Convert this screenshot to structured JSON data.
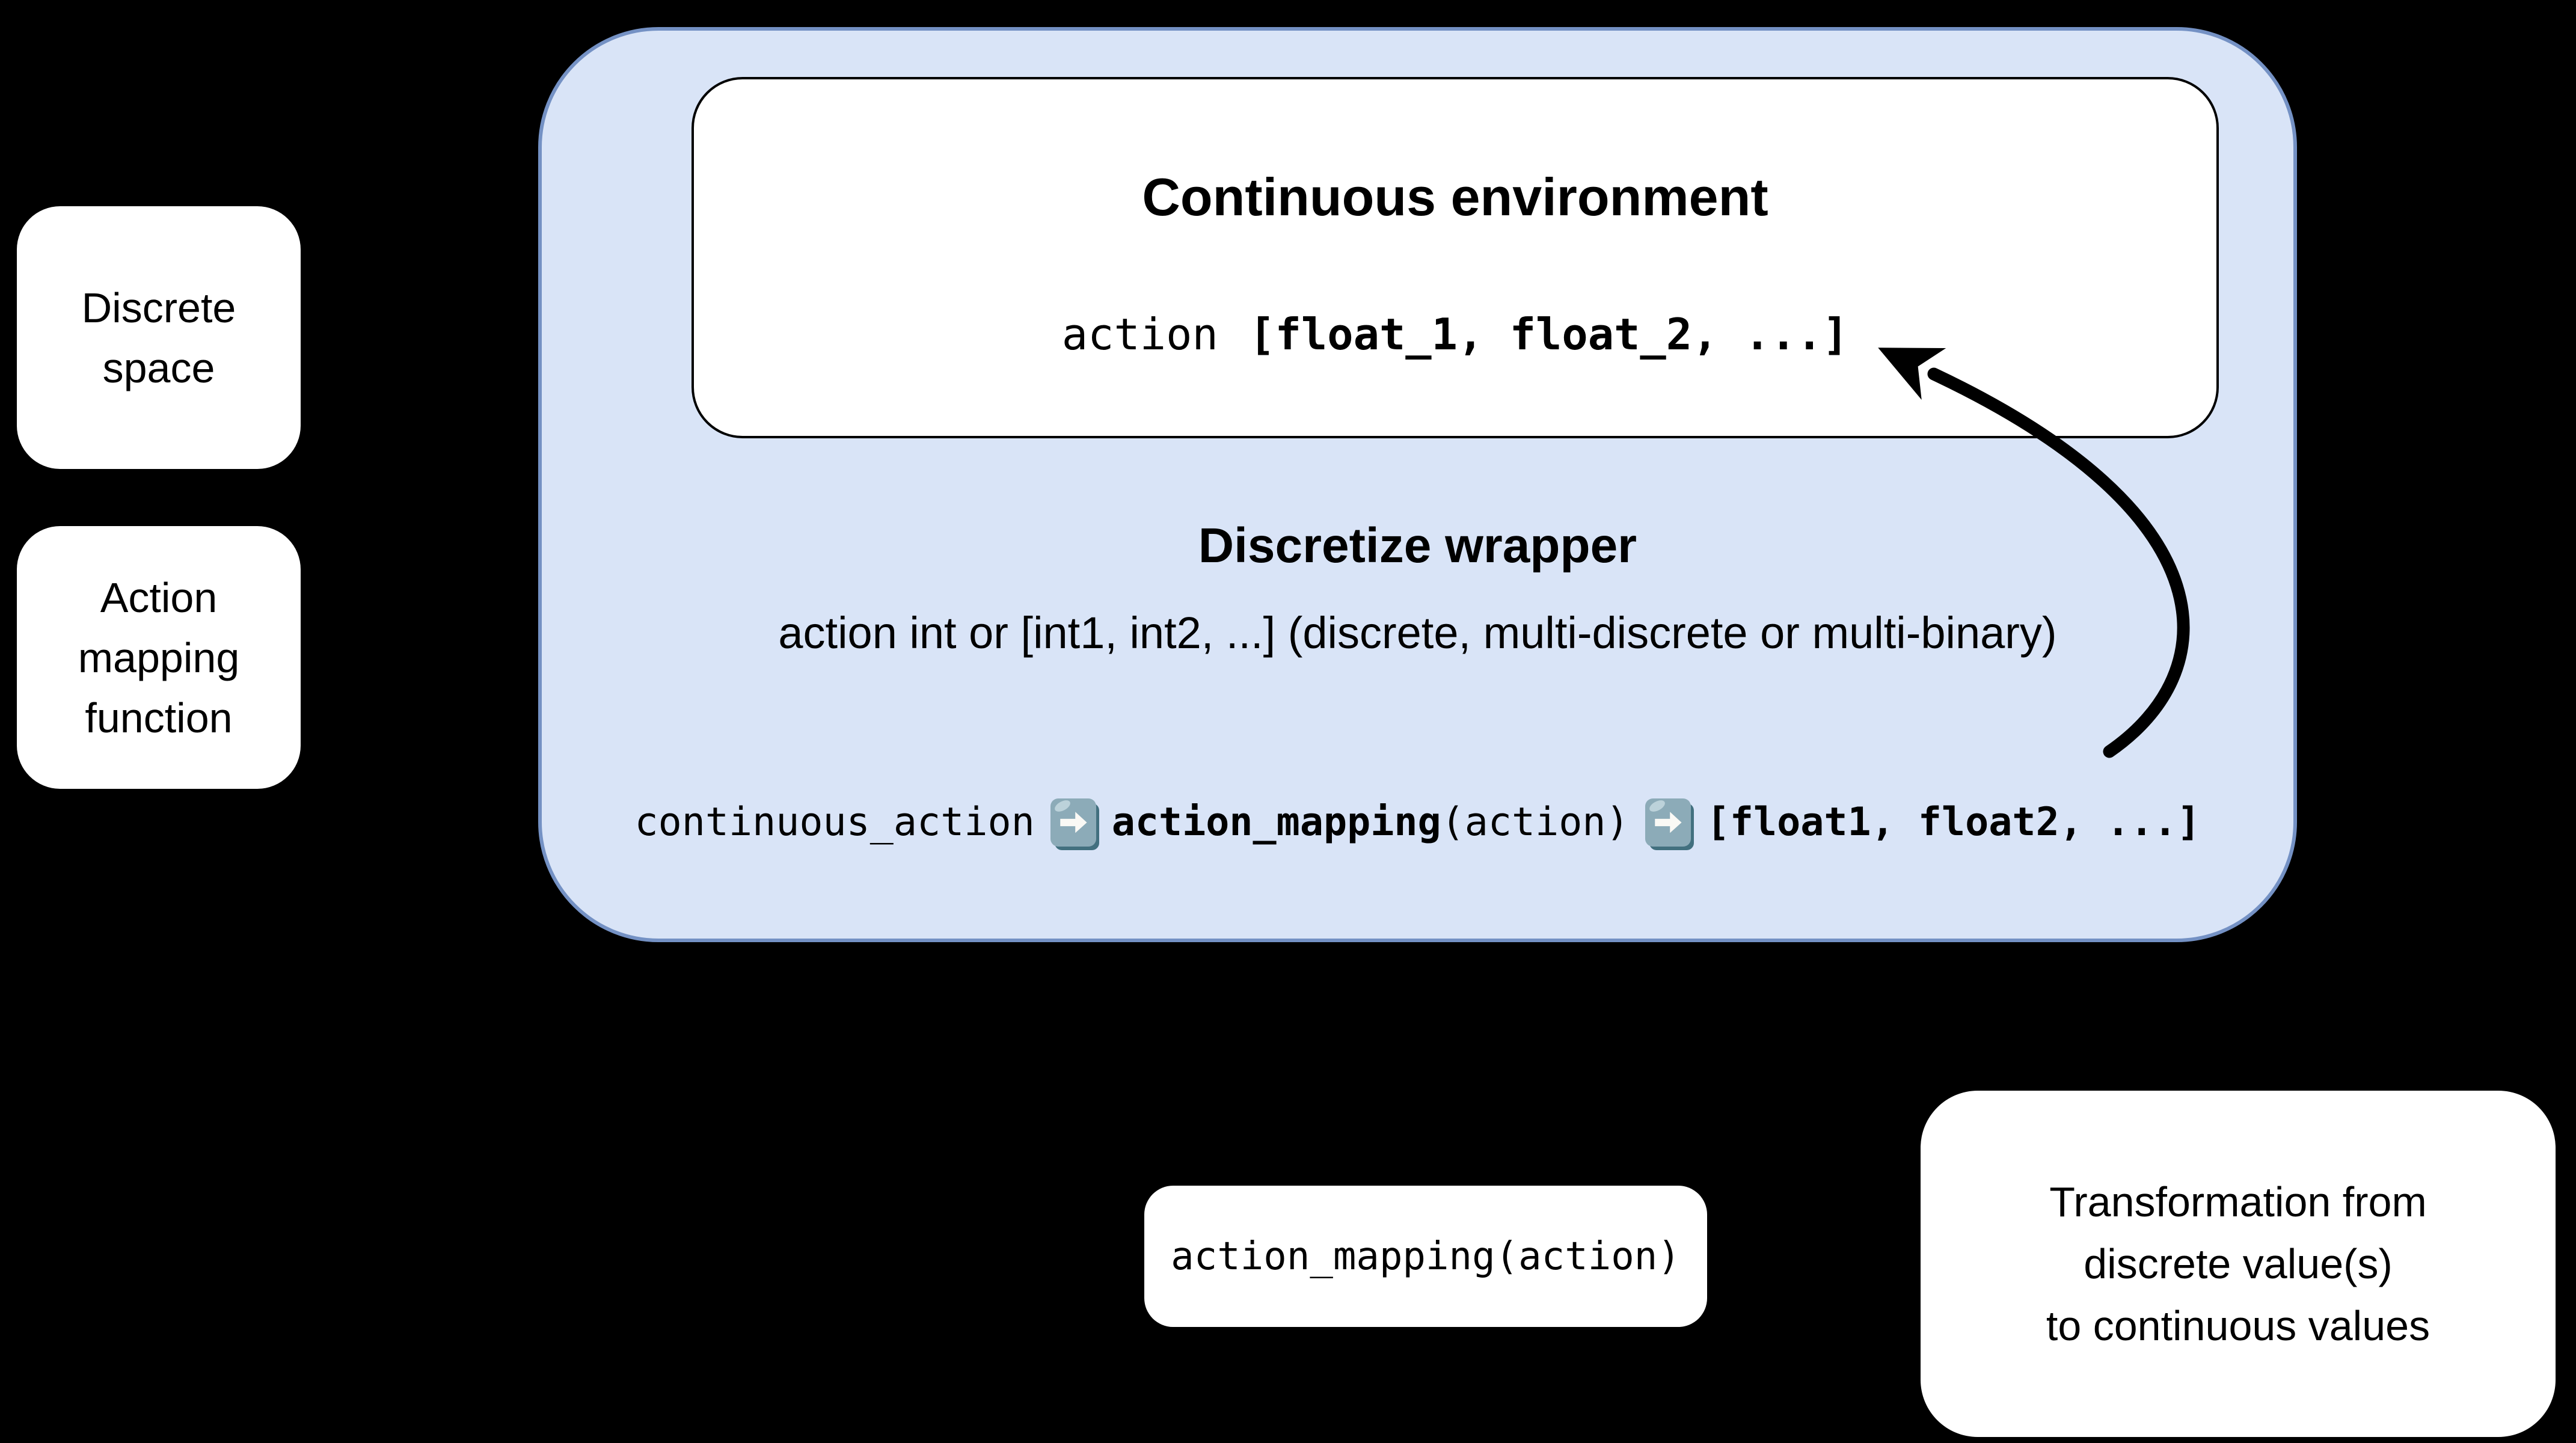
{
  "colors": {
    "background": "#000000",
    "wrapper_fill": "#d9e4f7",
    "wrapper_border": "#7491c4",
    "box_fill": "#ffffff",
    "box_border": "#000000",
    "text": "#000000",
    "emoji_body": "#8cabb8",
    "emoji_edge": "#42707f",
    "emoji_highlight": "#bcd2da",
    "emoji_arrow": "#faf9f5",
    "curved_arrow": "#000000"
  },
  "environment_box": {
    "title": "Continuous environment",
    "code_prefix": "action",
    "code_value": "[float_1, float_2, ...]"
  },
  "wrapper": {
    "title": "Discretize wrapper",
    "subtitle": "action int or [int1, int2, ...] (discrete, multi-discrete or multi-binary)",
    "code": {
      "input": "continuous_action",
      "fn_bold": "action_mapping",
      "fn_args": "(action)",
      "output": "[float1, float2, ...]"
    },
    "arrow_icon": "right-arrow-emoji"
  },
  "side_boxes": {
    "discrete_space": "Discrete\nspace",
    "action_mapping_function": "Action\nmapping\nfunction"
  },
  "bottom_boxes": {
    "mapping_code": "action_mapping(action)",
    "transformation": "Transformation from\ndiscrete value(s)\nto continuous values"
  }
}
